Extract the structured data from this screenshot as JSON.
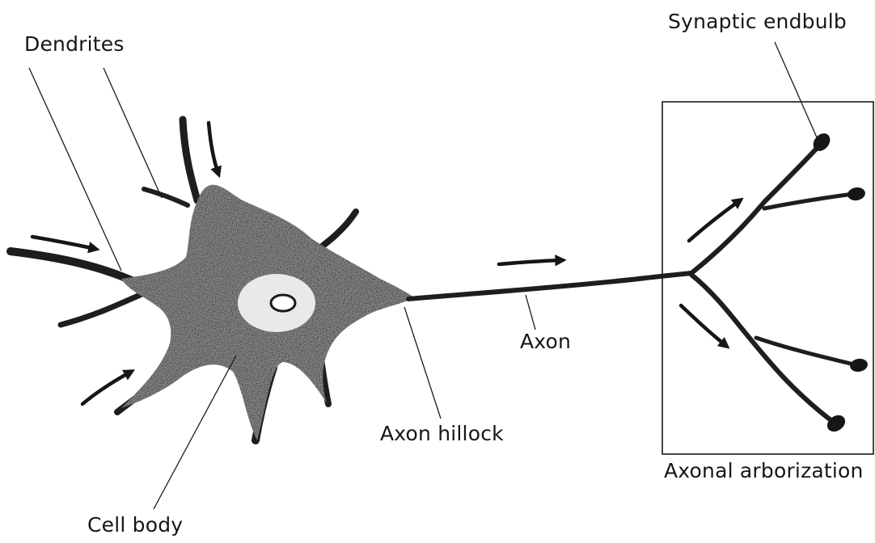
{
  "labels": {
    "synaptic_endbulb": "Synaptic endbulb",
    "dendrites": "Dendrites",
    "axon": "Axon",
    "axon_hillock": "Axon hillock",
    "axonal_arborization": "Axonal arborization",
    "cell_body": "Cell body"
  },
  "colors": {
    "ink": "#161616",
    "cell_fill": "#2a2a2a",
    "nucleus": "#e9e9e9",
    "background": "#ffffff"
  }
}
